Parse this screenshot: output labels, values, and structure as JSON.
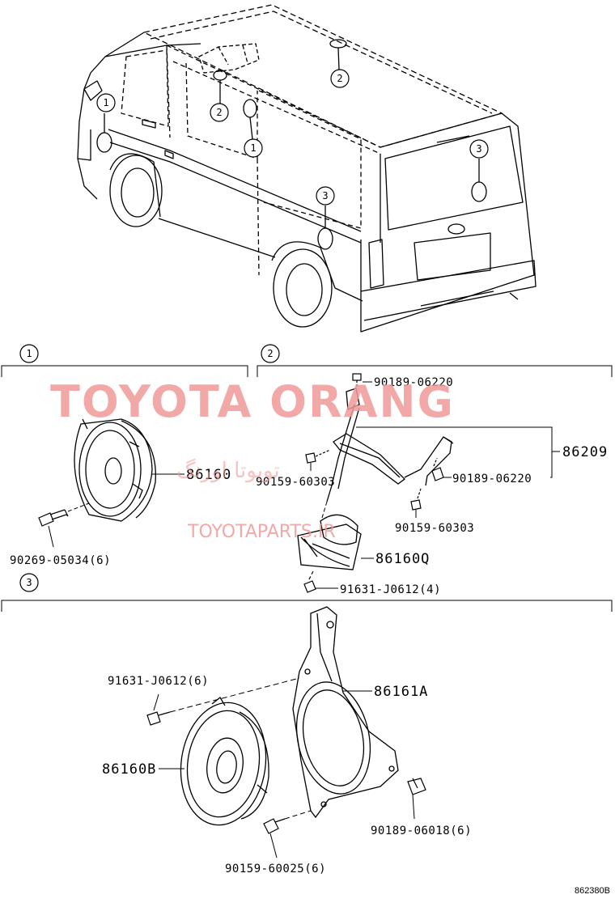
{
  "diagram": {
    "callout_marker_labels": [
      "1",
      "2",
      "3"
    ],
    "section_1": {
      "marker": "1",
      "parts": {
        "speaker": "86160",
        "screw": "90269-05034(6)"
      }
    },
    "section_2": {
      "marker": "2",
      "parts": {
        "screw_top": "90189-06220",
        "bracket_assy": "86209",
        "screw_right": "90189-06220",
        "screw_left": "90159-60303",
        "screw_mid": "90159-60303",
        "speaker": "86160Q",
        "nut": "91631-J0612(4)"
      }
    },
    "section_3": {
      "marker": "3",
      "parts": {
        "nut": "91631-J0612(6)",
        "bracket": "86161A",
        "speaker": "86160B",
        "clip": "90189-06018(6)",
        "screw": "90159-60025(6)"
      }
    },
    "illustration_code": "862380B"
  },
  "watermark": {
    "brand": "TOYOTA ORANG",
    "persian": "تویوتا اورنگ",
    "site": "TOYOTAPARTS.IR"
  }
}
